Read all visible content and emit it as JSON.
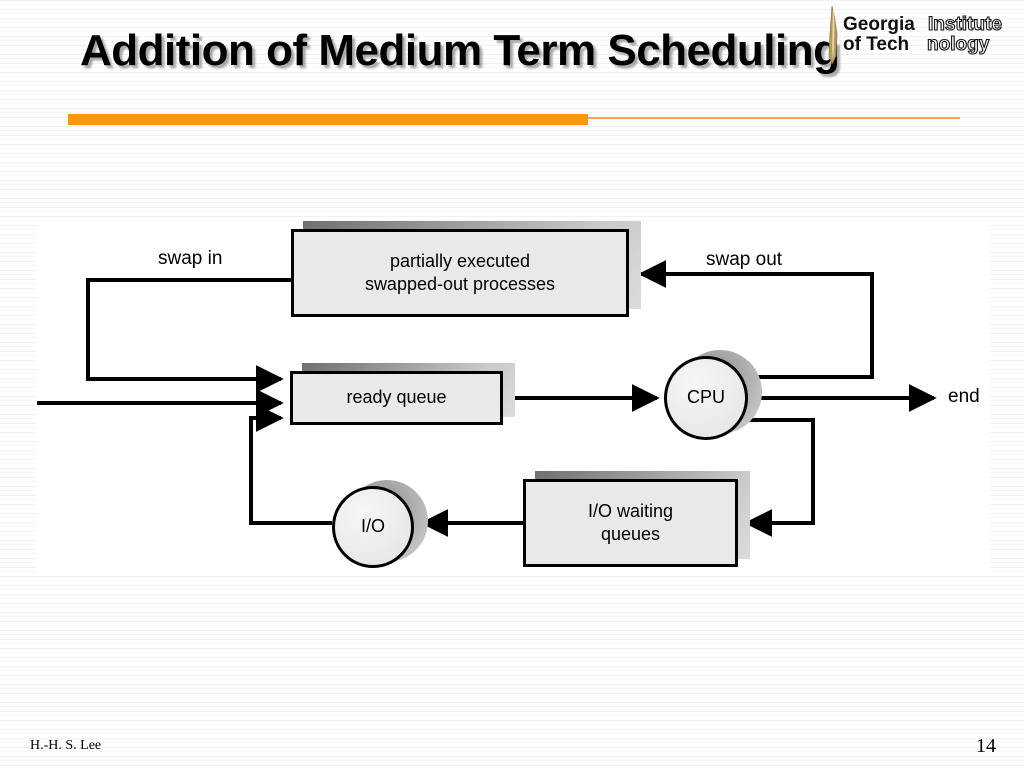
{
  "slide": {
    "title": "Addition of Medium Term Scheduling",
    "accent_color": "#f59a0c",
    "accent_color_light": "#f0a84a",
    "background_color": "#ffffff",
    "node_fill_color": "#e9e9e9",
    "node_border_color": "#000000"
  },
  "logo": {
    "line1_bold": "Georgia",
    "line1_outline": "Institute",
    "line2_bold": "of Tech",
    "line2_outline": "nology",
    "flame_color": "#b79a5a"
  },
  "diagram": {
    "type": "flowchart",
    "nodes": [
      {
        "id": "swapped",
        "shape": "rectangle",
        "label_line1": "partially executed",
        "label_line2": "swapped-out processes"
      },
      {
        "id": "ready",
        "shape": "rectangle",
        "label_line1": "ready queue",
        "label_line2": ""
      },
      {
        "id": "cpu",
        "shape": "circle",
        "label_line1": "CPU",
        "label_line2": ""
      },
      {
        "id": "iowait",
        "shape": "rectangle",
        "label_line1": "I/O waiting",
        "label_line2": "queues"
      },
      {
        "id": "io",
        "shape": "circle",
        "label_line1": "I/O",
        "label_line2": ""
      }
    ],
    "edge_labels": {
      "swap_in": "swap in",
      "swap_out": "swap out",
      "end": "end"
    }
  },
  "footer": {
    "author": "H.-H. S. Lee",
    "page_number": "14"
  }
}
